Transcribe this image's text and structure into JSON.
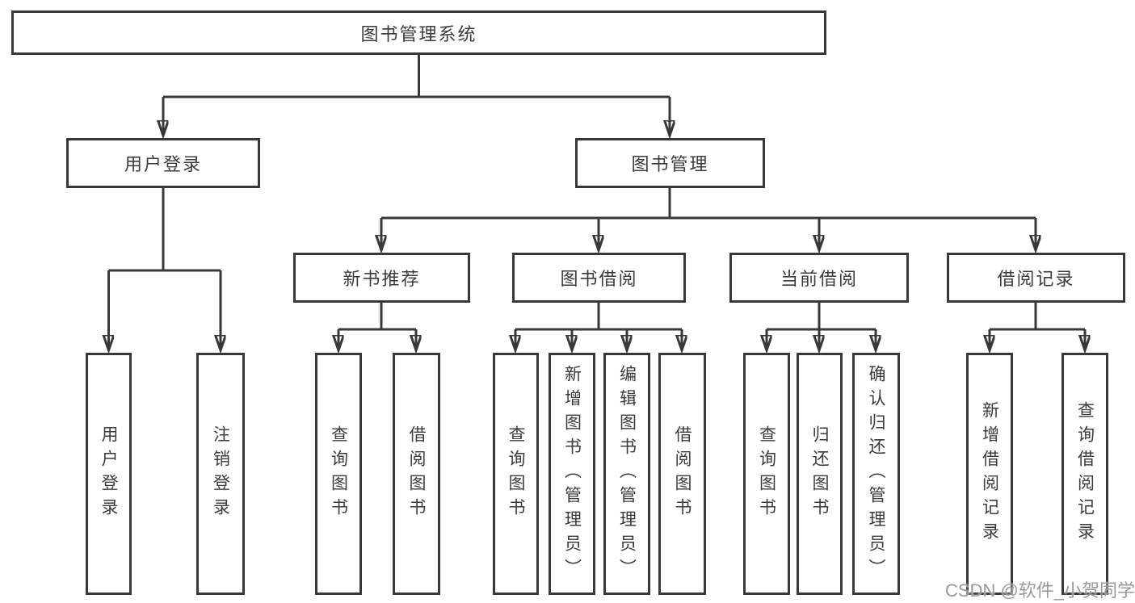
{
  "tree": {
    "label": "图书管理系统",
    "children": [
      {
        "label": "用户登录",
        "children": [
          {
            "label": "用户登录"
          },
          {
            "label": "注销登录"
          }
        ]
      },
      {
        "label": "图书管理",
        "children": [
          {
            "label": "新书推荐",
            "children": [
              {
                "label": "查询图书"
              },
              {
                "label": "借阅图书"
              }
            ]
          },
          {
            "label": "图书借阅",
            "children": [
              {
                "label": "查询图书"
              },
              {
                "label": "新增图书（管理员）"
              },
              {
                "label": "编辑图书（管理员）"
              },
              {
                "label": "借阅图书"
              }
            ]
          },
          {
            "label": "当前借阅",
            "children": [
              {
                "label": "查询图书"
              },
              {
                "label": "归还图书"
              },
              {
                "label": "确认归还（管理员）"
              }
            ]
          },
          {
            "label": "借阅记录",
            "children": [
              {
                "label": "新增借阅记录"
              },
              {
                "label": "查询借阅记录"
              }
            ]
          }
        ]
      }
    ]
  },
  "watermark": {
    "text": "CSDN @软件_小贺同学"
  },
  "colors": {
    "line": "#383838",
    "box_border": "#383838",
    "text": "#3b3b3b",
    "watermark": "#949494",
    "background": "#ffffff"
  }
}
